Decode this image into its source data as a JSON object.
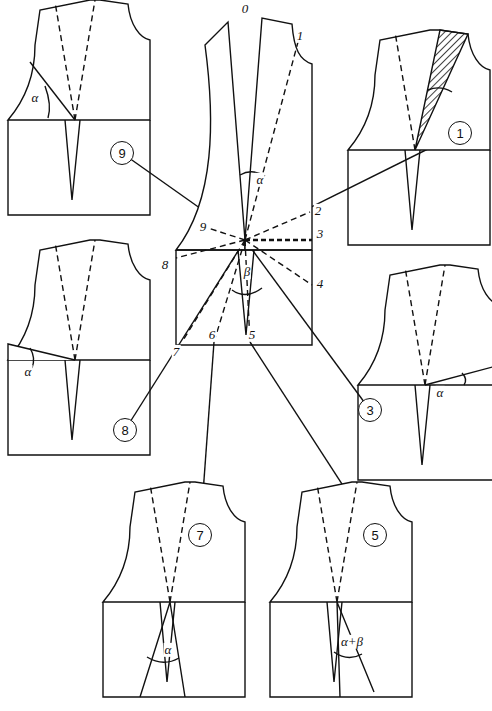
{
  "diagram": {
    "nodes": [
      {
        "text": [
          "9"
        ]
      },
      {
        "text": [
          "1"
        ]
      },
      {
        "text": [
          "8"
        ]
      },
      {
        "text": [
          "3"
        ]
      },
      {
        "text": [
          "7"
        ]
      },
      {
        "text": [
          "5"
        ]
      }
    ],
    "labels": [
      "0",
      "1",
      "2",
      "3",
      "4",
      "5",
      "6",
      "7",
      "8",
      "9",
      "α",
      "β",
      "α",
      "α",
      "α",
      "α",
      "α+β"
    ]
  }
}
